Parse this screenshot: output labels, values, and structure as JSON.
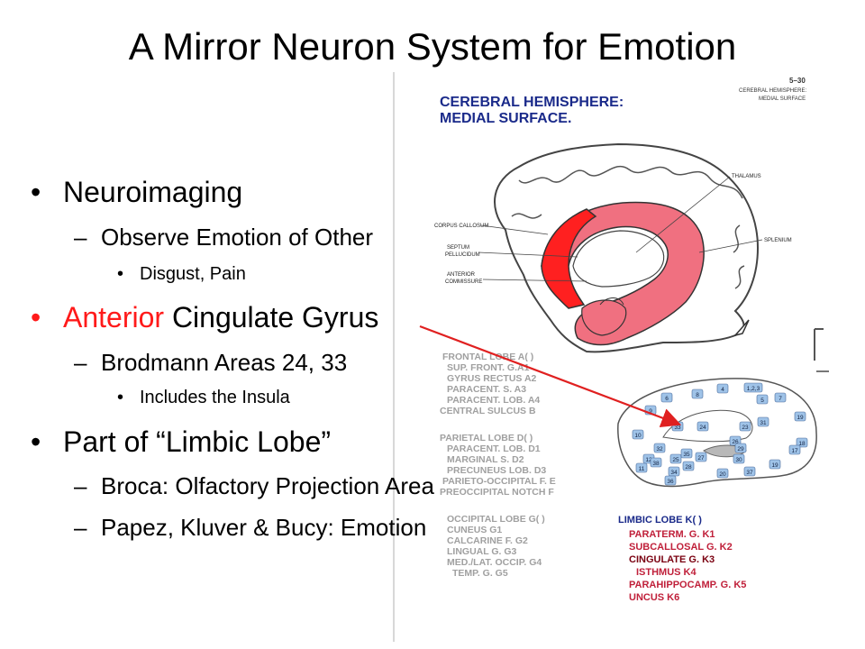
{
  "slide": {
    "title": "A Mirror Neuron System for Emotion",
    "bullets": [
      {
        "marker": "•",
        "text": "Neuroimaging"
      },
      {
        "marker": "–",
        "text": "Observe Emotion of Other"
      },
      {
        "marker": "•",
        "text": "Disgust, Pain"
      },
      {
        "marker": "•",
        "text_red": "Anterior",
        "text_rest": " Cingulate Gyrus"
      },
      {
        "marker": "–",
        "text": "Brodmann Areas 24, 33"
      },
      {
        "marker": "•",
        "text": "Includes the Insula"
      },
      {
        "marker": "•",
        "text": "Part of “Limbic Lobe”"
      },
      {
        "marker": "–",
        "text": "Broca: Olfactory Projection Area"
      },
      {
        "marker": "–",
        "text": "Papez, Kluver & Bucy: Emotion"
      }
    ]
  },
  "atlas": {
    "page_number": "5–30",
    "page_header_1": "CEREBRAL HEMISPHERE:",
    "page_header_2": "MEDIAL SURFACE",
    "heading_1": "CEREBRAL HEMISPHERE:",
    "heading_2": "MEDIAL SURFACE.",
    "labels": {
      "corpus_callosum": "CORPUS CALLOSUM",
      "septum_1": "SEPTUM",
      "septum_2": "PELLUCIDUM",
      "anterior_1": "ANTERIOR",
      "anterior_2": "COMMISSURE",
      "thalamus": "THALAMUS",
      "splenium": "SPLENIUM"
    },
    "legend_left": [
      "FRONTAL LOBE A( )",
      "SUP. FRONT. G.A1",
      "GYRUS RECTUS A2",
      "PARACENT. S. A3",
      "PARACENT. LOB. A4",
      "CENTRAL SULCUS B",
      "PARIETAL LOBE D( )",
      "PARACENT. LOB. D1",
      "MARGINAL S. D2",
      "PRECUNEUS LOB. D3",
      "PARIETO-OCCIPITAL F. E",
      "PREOCCIPITAL NOTCH F",
      "OCCIPITAL LOBE G( )",
      "CUNEUS G1",
      "CALCARINE F. G2",
      "LINGUAL G. G3",
      "MED./LAT. OCCIP. G4",
      "TEMP. G. G5"
    ],
    "limbic_title": "LIMBIC LOBE K( )",
    "limbic_items": [
      "PARATERM. G. K1",
      "SUBCALLOSAL G. K2",
      "CINGULATE G. K3",
      "ISTHMUS K4",
      "PARAHIPPOCAMP. G. K5",
      "UNCUS K6"
    ],
    "brodmann_numbers": [
      "4",
      "1,2,3",
      "8",
      "6",
      "5",
      "7",
      "9",
      "31",
      "23",
      "24",
      "33",
      "10",
      "32",
      "26",
      "29",
      "30",
      "19",
      "18",
      "17",
      "12",
      "25",
      "27",
      "35",
      "28",
      "34",
      "36",
      "37",
      "11",
      "38",
      "20",
      "19"
    ]
  },
  "colors": {
    "text": "#000000",
    "accent_red": "#ff1a1a",
    "cingulate_red": "#ff2020",
    "cingulate_pink": "#f07080",
    "atlas_blue": "#1a2a8a",
    "legend_gray": "#a0a0a0",
    "region_blue": "#9fc3e8"
  }
}
